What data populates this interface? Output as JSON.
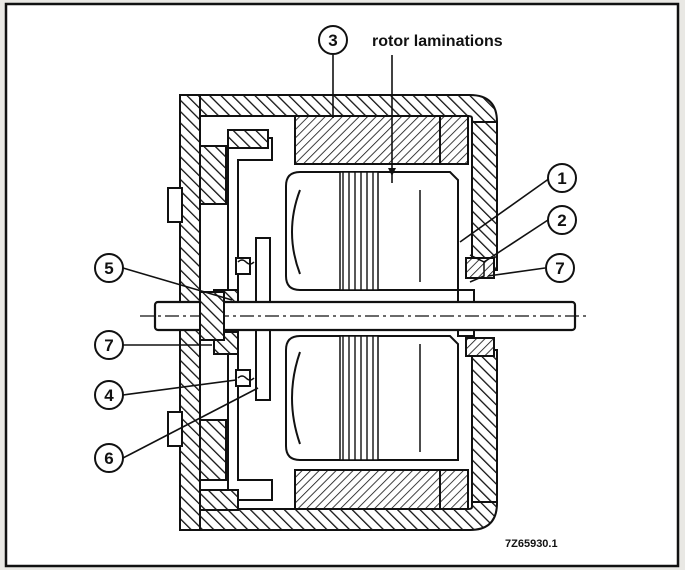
{
  "figure": {
    "label_rotor": "rotor laminations",
    "figure_code": "7Z65930.1",
    "callouts": {
      "c1": "1",
      "c2": "2",
      "c3": "3",
      "c4": "4",
      "c5": "5",
      "c6": "6",
      "c7a": "7",
      "c7b": "7"
    }
  },
  "colors": {
    "ink": "#111111",
    "paper": "#ffffff",
    "background": "#e9e8e4"
  }
}
